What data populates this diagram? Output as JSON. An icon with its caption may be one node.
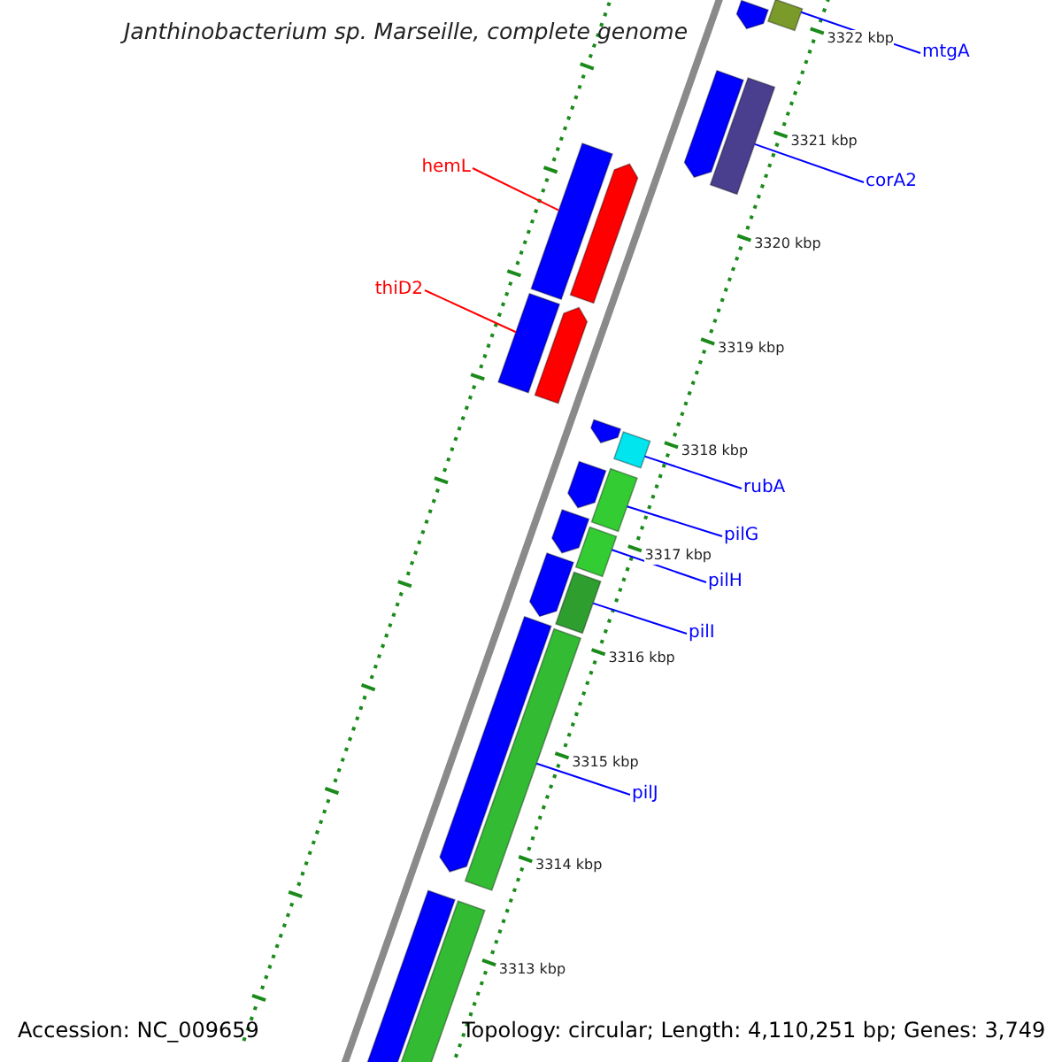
{
  "diagram": {
    "title": "Janthinobacterium sp. Marseille, complete genome",
    "nodes": [
      {
        "text": [
          "mtgA"
        ]
      },
      {
        "text": [
          "corA2"
        ]
      },
      {
        "text": [
          "hemL"
        ]
      },
      {
        "text": [
          "thiD2"
        ]
      },
      {
        "text": [
          "rubA"
        ]
      },
      {
        "text": [
          "pilG"
        ]
      },
      {
        "text": [
          "pilH"
        ]
      },
      {
        "text": [
          "pilI"
        ]
      },
      {
        "text": [
          "pilJ"
        ]
      },
      {
        "text": [],
        "shape": "bar"
      },
      {
        "text": [],
        "shape": "bar"
      },
      {
        "text": [],
        "shape": "bar"
      },
      {
        "text": [],
        "shape": "bar"
      },
      {
        "text": [],
        "shape": "bar"
      },
      {
        "text": [],
        "shape": "bar"
      },
      {
        "text": [],
        "shape": "bar"
      },
      {
        "text": [],
        "shape": "bar"
      },
      {
        "text": [],
        "shape": "bar"
      },
      {
        "text": [],
        "shape": "bar"
      },
      {
        "text": [],
        "shape": "bar"
      },
      {
        "text": [],
        "shape": "bar"
      },
      {
        "text": [],
        "shape": "bar"
      },
      {
        "text": [],
        "shape": "bar"
      },
      {
        "text": [],
        "shape": "bar"
      },
      {
        "text": [],
        "shape": "bar"
      },
      {
        "text": [],
        "shape": "bar"
      },
      {
        "text": [],
        "shape": "bar"
      },
      {
        "text": [],
        "shape": "bar"
      },
      {
        "text": [],
        "shape": "bar"
      }
    ],
    "edges": [
      {
        "from": 0,
        "to": 10,
        "arrow": "none"
      },
      {
        "from": 1,
        "to": 12,
        "arrow": "none"
      },
      {
        "from": 2,
        "to": 13,
        "arrow": "none",
        "color": "#ff0000"
      },
      {
        "from": 3,
        "to": 15,
        "arrow": "none",
        "color": "#ff0000"
      },
      {
        "from": 4,
        "to": 18,
        "arrow": "none"
      },
      {
        "from": 5,
        "to": 20,
        "arrow": "none"
      },
      {
        "from": 6,
        "to": 22,
        "arrow": "none"
      },
      {
        "from": 7,
        "to": 24,
        "arrow": "none"
      },
      {
        "from": 8,
        "to": 26,
        "arrow": "none"
      }
    ],
    "labels": [
      "3322 kbp",
      "3321 kbp",
      "3320 kbp",
      "3319 kbp",
      "3318 kbp",
      "3317 kbp",
      "3316 kbp",
      "3315 kbp",
      "3314 kbp",
      "3313 kbp",
      "Accession: NC_009659",
      "Topology: circular; Length: 4,110,251 bp; Genes: 3,749"
    ]
  }
}
